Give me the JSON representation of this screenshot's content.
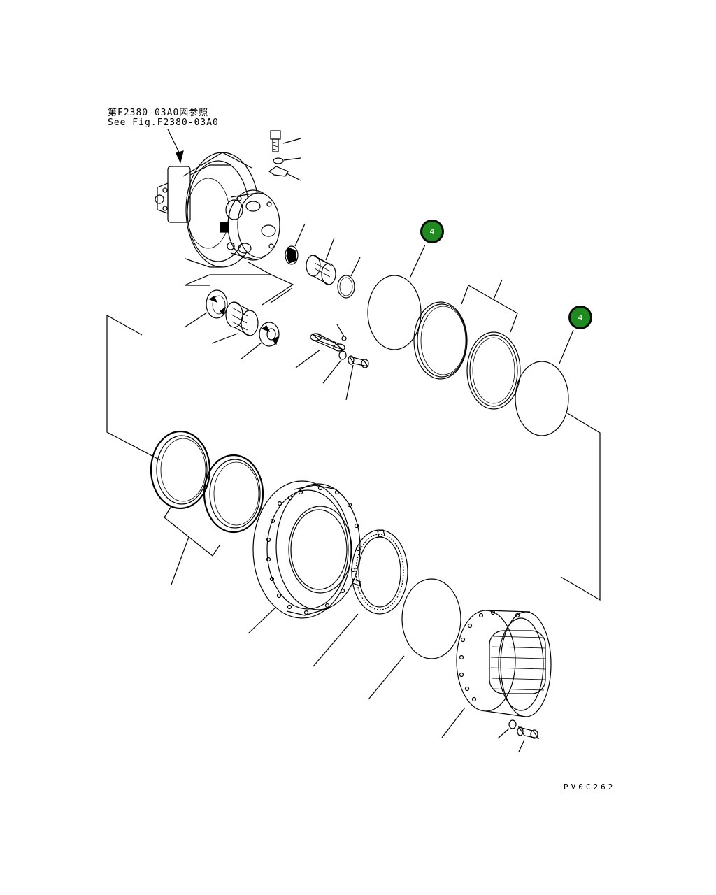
{
  "reference": {
    "jp": "第F2380-03A0図参照",
    "en": "See Fig.F2380-03A0"
  },
  "callouts": [
    {
      "label": "4"
    },
    {
      "label": "4"
    }
  ],
  "drawing_code": "PV0C262",
  "colors": {
    "callout_fill": "#1f8a1f",
    "callout_border": "#0a0a0a",
    "line": "#000000",
    "background": "#ffffff"
  }
}
